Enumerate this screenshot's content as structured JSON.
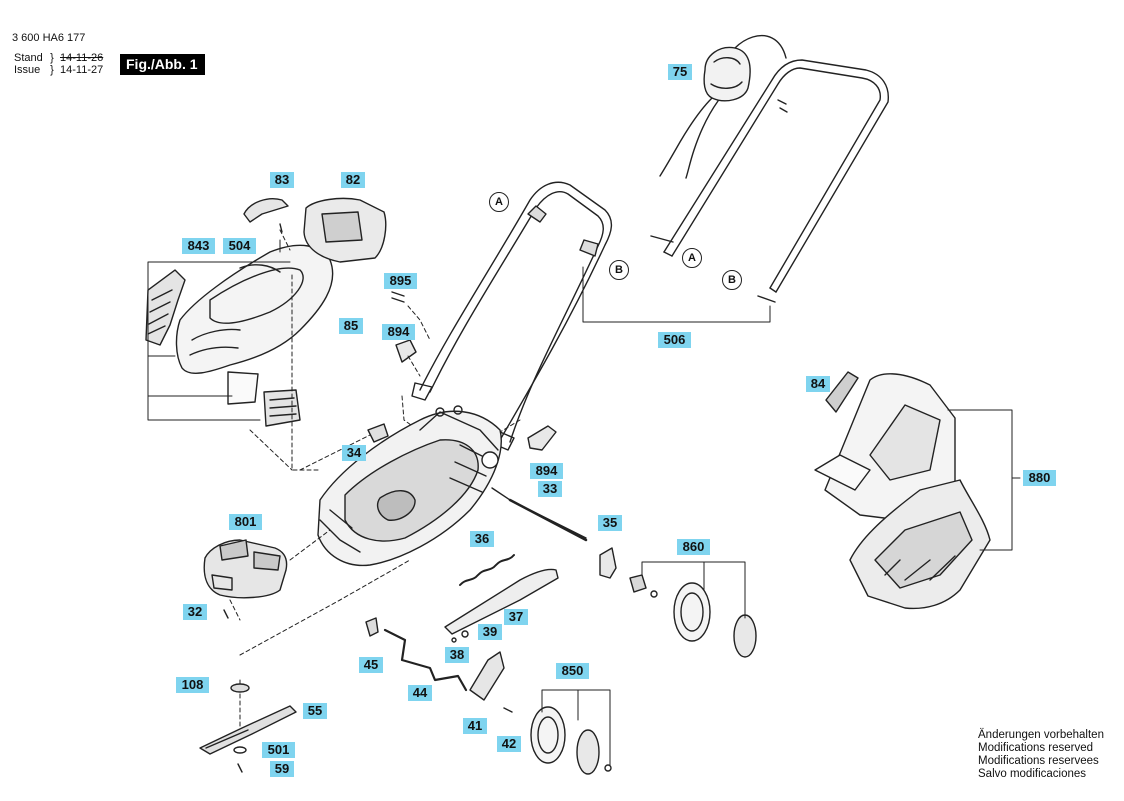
{
  "header": {
    "doc_number": "3 600 HA6 177",
    "stand_label": "Stand",
    "issue_label": "Issue",
    "stand_date": "14-11-26",
    "issue_date": "14-11-27",
    "figure_label": "Fig./Abb. 1"
  },
  "part_tags": {
    "p75": "75",
    "p83": "83",
    "p82": "82",
    "p504": "504",
    "p843": "843",
    "p85": "85",
    "p895": "895",
    "p894a": "894",
    "p506": "506",
    "p84": "84",
    "p34": "34",
    "p894b": "894",
    "p33": "33",
    "p880": "880",
    "p801": "801",
    "p35": "35",
    "p36": "36",
    "p860": "860",
    "p32": "32",
    "p37": "37",
    "p39": "39",
    "p38": "38",
    "p45": "45",
    "p850": "850",
    "p108": "108",
    "p44": "44",
    "p55": "55",
    "p41": "41",
    "p42": "42",
    "p501": "501",
    "p59": "59"
  },
  "callouts": {
    "a1": "A",
    "a2": "A",
    "b1": "B",
    "b2": "B"
  },
  "modifications": {
    "de": "Änderungen vorbehalten",
    "en": "Modifications reserved",
    "fr": "Modifications reservees",
    "es": "Salvo modificaciones"
  }
}
